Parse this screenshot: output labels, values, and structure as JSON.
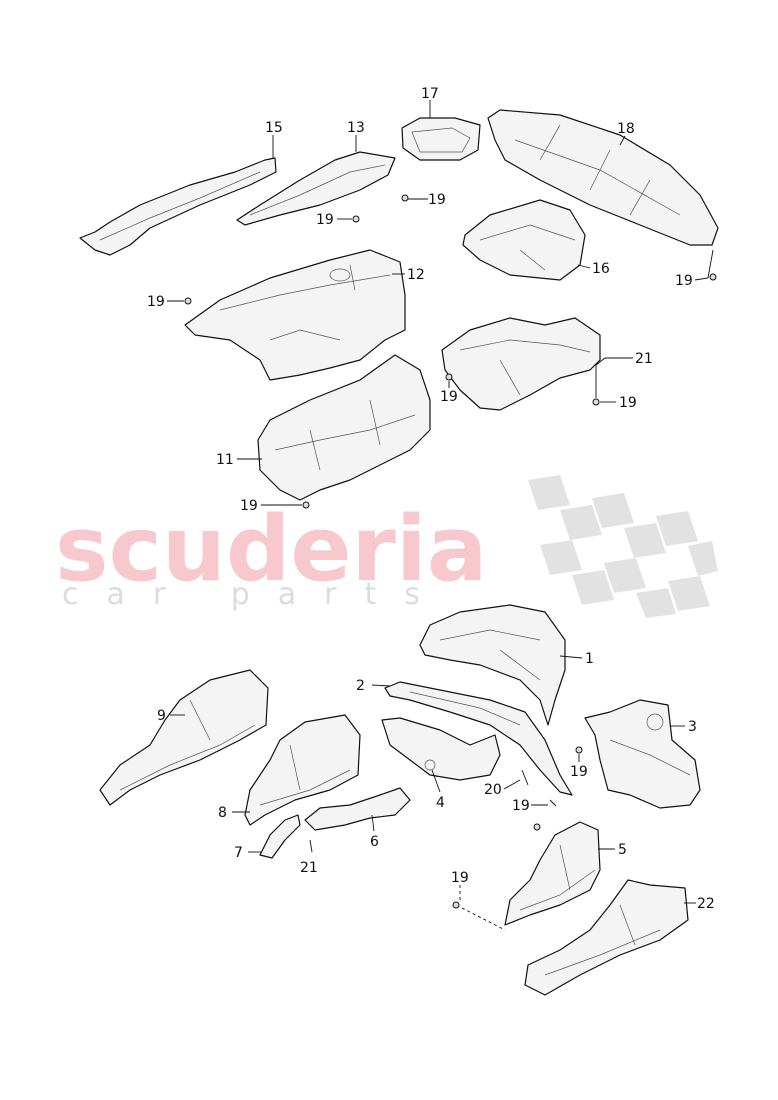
{
  "watermark": {
    "brand": "scuderia",
    "sub": "car parts",
    "brand_color": "#f7c9cf",
    "sub_color": "#dcdcdc"
  },
  "callouts": [
    {
      "id": "c15",
      "text": "15"
    },
    {
      "id": "c13",
      "text": "13"
    },
    {
      "id": "c17",
      "text": "17"
    },
    {
      "id": "c18",
      "text": "18"
    },
    {
      "id": "c19a",
      "text": "19"
    },
    {
      "id": "c19b",
      "text": "19"
    },
    {
      "id": "c12",
      "text": "12"
    },
    {
      "id": "c16",
      "text": "16"
    },
    {
      "id": "c19c",
      "text": "19"
    },
    {
      "id": "c19d",
      "text": "19"
    },
    {
      "id": "c21a",
      "text": "21"
    },
    {
      "id": "c19e",
      "text": "19"
    },
    {
      "id": "c19f",
      "text": "19"
    },
    {
      "id": "c11",
      "text": "11"
    },
    {
      "id": "c19g",
      "text": "19"
    },
    {
      "id": "c1",
      "text": "1"
    },
    {
      "id": "c2",
      "text": "2"
    },
    {
      "id": "c3",
      "text": "3"
    },
    {
      "id": "c9",
      "text": "9"
    },
    {
      "id": "c19h",
      "text": "19"
    },
    {
      "id": "c4",
      "text": "4"
    },
    {
      "id": "c20",
      "text": "20"
    },
    {
      "id": "c19i",
      "text": "19"
    },
    {
      "id": "c8",
      "text": "8"
    },
    {
      "id": "c5",
      "text": "5"
    },
    {
      "id": "c7",
      "text": "7"
    },
    {
      "id": "c21b",
      "text": "21"
    },
    {
      "id": "c6",
      "text": "6"
    },
    {
      "id": "c19j",
      "text": "19"
    },
    {
      "id": "c22",
      "text": "22"
    }
  ]
}
